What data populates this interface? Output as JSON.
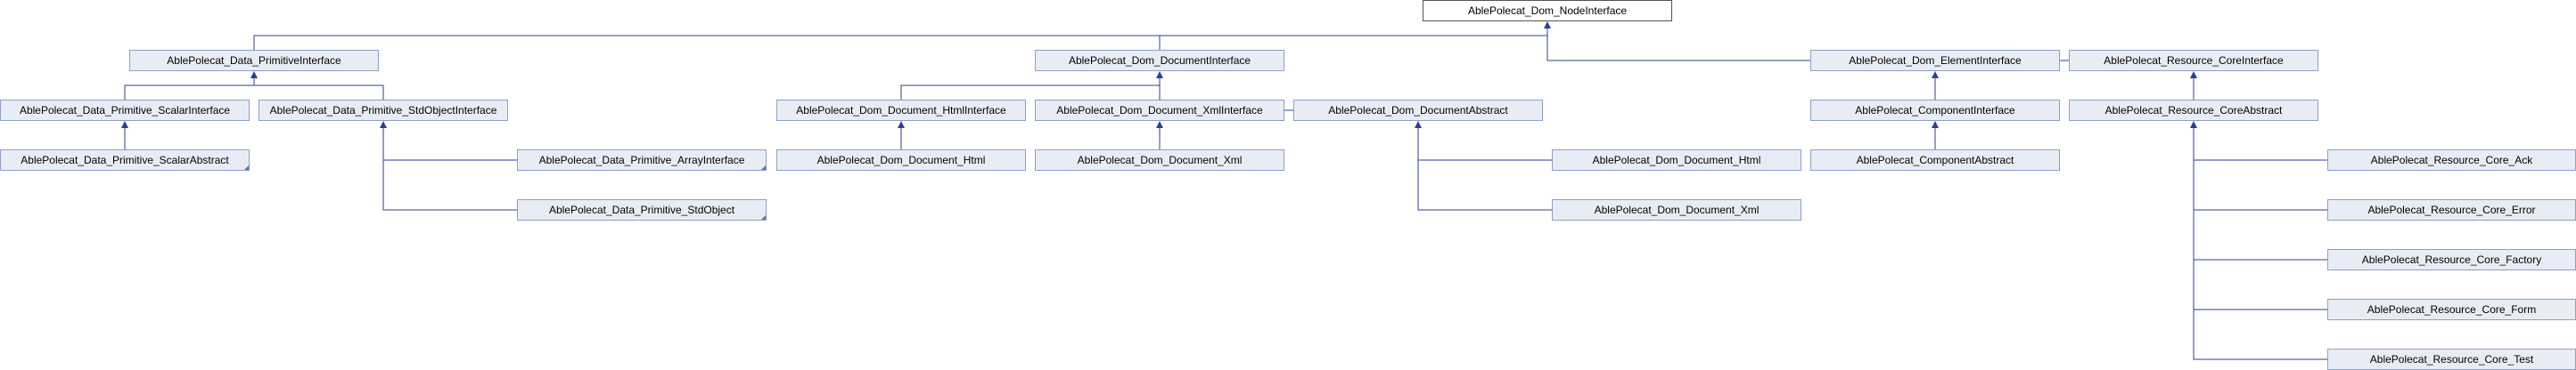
{
  "diagram": {
    "type": "class-inheritance-graph",
    "edge_color": "#2c3f8f",
    "node_fill": "#e8edf5",
    "node_border": "#8c9fc7",
    "root_fill": "#ffffff",
    "nodes": {
      "dom_nodeinterface": "AblePolecat_Dom_NodeInterface",
      "data_primitiveinterface": "AblePolecat_Data_PrimitiveInterface",
      "dom_documentinterface": "AblePolecat_Dom_DocumentInterface",
      "dom_elementinterface": "AblePolecat_Dom_ElementInterface",
      "resource_coreinterface": "AblePolecat_Resource_CoreInterface",
      "data_primitive_scalarinterface": "AblePolecat_Data_Primitive_ScalarInterface",
      "data_primitive_stdobjectinterface": "AblePolecat_Data_Primitive_StdObjectInterface",
      "dom_document_htmlinterface": "AblePolecat_Dom_Document_HtmlInterface",
      "dom_document_xmlinterface": "AblePolecat_Dom_Document_XmlInterface",
      "dom_documentabstract": "AblePolecat_Dom_DocumentAbstract",
      "componentinterface": "AblePolecat_ComponentInterface",
      "resource_coreabstract": "AblePolecat_Resource_CoreAbstract",
      "data_primitive_scalarabstract": "AblePolecat_Data_Primitive_ScalarAbstract",
      "data_primitive_arrayinterface": "AblePolecat_Data_Primitive_ArrayInterface",
      "dom_document_html": "AblePolecat_Dom_Document_Html",
      "dom_document_xml": "AblePolecat_Dom_Document_Xml",
      "dom_document_html_impl": "AblePolecat_Dom_Document_Html",
      "componentabstract": "AblePolecat_ComponentAbstract",
      "resource_core_ack": "AblePolecat_Resource_Core_Ack",
      "data_primitive_stdobject": "AblePolecat_Data_Primitive_StdObject",
      "dom_document_xml_impl": "AblePolecat_Dom_Document_Xml",
      "resource_core_error": "AblePolecat_Resource_Core_Error",
      "resource_core_factory": "AblePolecat_Resource_Core_Factory",
      "resource_core_form": "AblePolecat_Resource_Core_Form",
      "resource_core_test": "AblePolecat_Resource_Core_Test"
    },
    "edges": [
      [
        "data_primitiveinterface",
        "dom_nodeinterface"
      ],
      [
        "dom_documentinterface",
        "dom_nodeinterface"
      ],
      [
        "dom_elementinterface",
        "dom_nodeinterface"
      ],
      [
        "resource_coreinterface",
        "dom_nodeinterface"
      ],
      [
        "data_primitive_scalarinterface",
        "data_primitiveinterface"
      ],
      [
        "data_primitive_stdobjectinterface",
        "data_primitiveinterface"
      ],
      [
        "data_primitive_scalarabstract",
        "data_primitive_scalarinterface"
      ],
      [
        "data_primitive_arrayinterface",
        "data_primitive_stdobjectinterface"
      ],
      [
        "data_primitive_stdobject",
        "data_primitive_stdobjectinterface"
      ],
      [
        "dom_document_htmlinterface",
        "dom_documentinterface"
      ],
      [
        "dom_document_xmlinterface",
        "dom_documentinterface"
      ],
      [
        "dom_documentabstract",
        "dom_documentinterface"
      ],
      [
        "dom_document_html",
        "dom_document_htmlinterface"
      ],
      [
        "dom_document_xml",
        "dom_document_xmlinterface"
      ],
      [
        "dom_document_html_impl",
        "dom_documentabstract"
      ],
      [
        "dom_document_xml_impl",
        "dom_documentabstract"
      ],
      [
        "componentinterface",
        "dom_elementinterface"
      ],
      [
        "componentabstract",
        "componentinterface"
      ],
      [
        "resource_coreabstract",
        "resource_coreinterface"
      ],
      [
        "resource_core_ack",
        "resource_coreabstract"
      ],
      [
        "resource_core_error",
        "resource_coreabstract"
      ],
      [
        "resource_core_factory",
        "resource_coreabstract"
      ],
      [
        "resource_core_form",
        "resource_coreabstract"
      ],
      [
        "resource_core_test",
        "resource_coreabstract"
      ]
    ]
  }
}
